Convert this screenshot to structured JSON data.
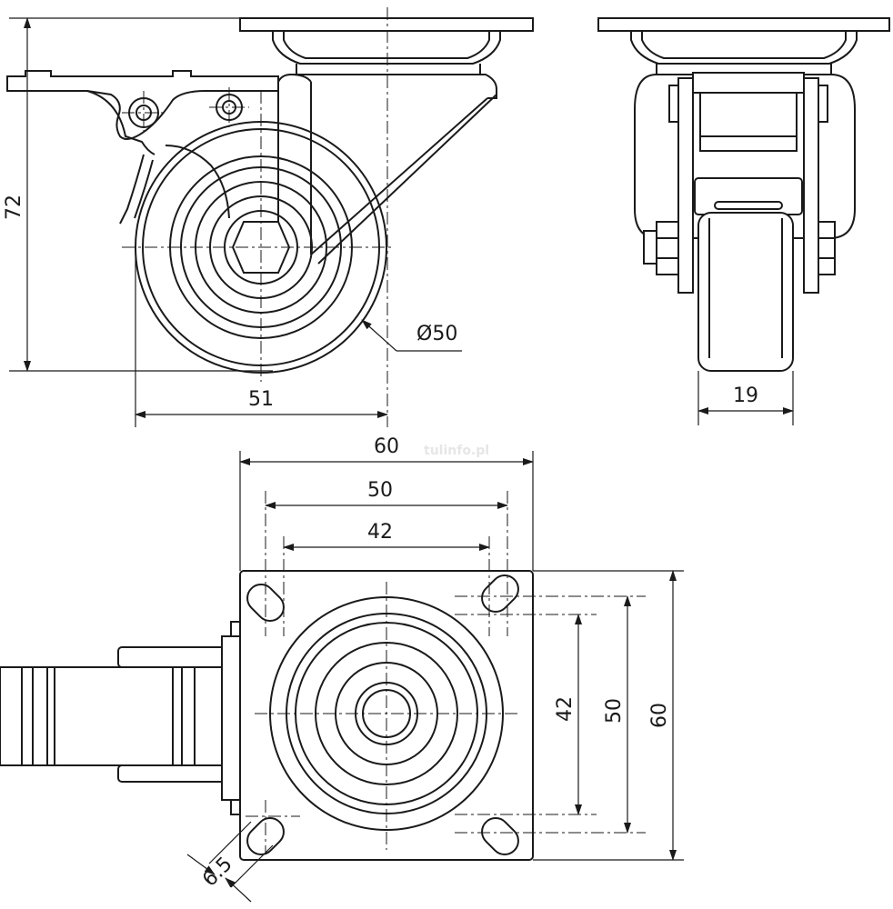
{
  "dimensions": {
    "total_height": "72",
    "wheel_diameter": "Ø50",
    "swivel_offset": "51",
    "wheel_width": "19",
    "plate_width": "60",
    "bolt_spacing_outer": "50",
    "bolt_spacing_inner": "42",
    "plate_height": "60",
    "bolt_spacing_outer_v": "50",
    "bolt_spacing_inner_v": "42",
    "slot_width": "6.5"
  },
  "watermark": "tulinfo.pl",
  "colors": {
    "line": "#1a1a1a",
    "background": "#ffffff"
  }
}
